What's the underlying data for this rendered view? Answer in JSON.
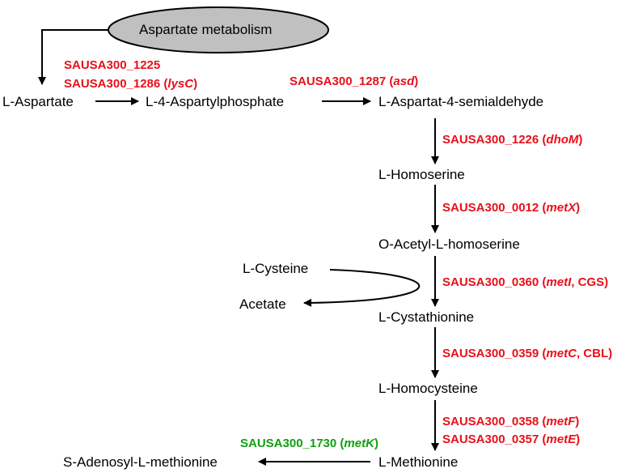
{
  "source_node": "Aspartate metabolism",
  "metabolites": {
    "aspartate": "L-Aspartate",
    "aspartylphosphate": "L-4-Aspartylphosphate",
    "semialdehyde": "L-Aspartat-4-semialdehyde",
    "homoserine": "L-Homoserine",
    "acetyl_homoserine": "O-Acetyl-L-homoserine",
    "cysteine": "L-Cysteine",
    "acetate": "Acetate",
    "cystathionine": "L-Cystathionine",
    "homocysteine": "L-Homocysteine",
    "methionine": "L-Methionine",
    "sam": "S-Adenosyl-L-methionine"
  },
  "enzymes": {
    "e1225": "SAUSA300_1225",
    "e1286": {
      "id": "SAUSA300_1286 (",
      "gene": "lysC",
      "tail": ")"
    },
    "e1287": {
      "id": "SAUSA300_1287 (",
      "gene": "asd",
      "tail": ")"
    },
    "e1226": {
      "id": "SAUSA300_1226 (",
      "gene": "dhoM",
      "tail": ")"
    },
    "e0012": {
      "id": "SAUSA300_0012 (",
      "gene": "metX",
      "tail": ")"
    },
    "e0360": {
      "id": "SAUSA300_0360 (",
      "gene": "metI",
      "tail": ", CGS)"
    },
    "e0359": {
      "id": "SAUSA300_0359 (",
      "gene": "metC",
      "tail": ", CBL)"
    },
    "e0358": {
      "id": "SAUSA300_0358 (",
      "gene": "metF",
      "tail": ")"
    },
    "e0357": {
      "id": "SAUSA300_0357 (",
      "gene": "metE",
      "tail": ")"
    },
    "e1730": {
      "id": "SAUSA300_1730 (",
      "gene": "metK",
      "tail": ")"
    }
  },
  "colors": {
    "enzyme_red": "#e8101a",
    "enzyme_green": "#10a010",
    "ellipse_fill": "#c0c0c0"
  }
}
